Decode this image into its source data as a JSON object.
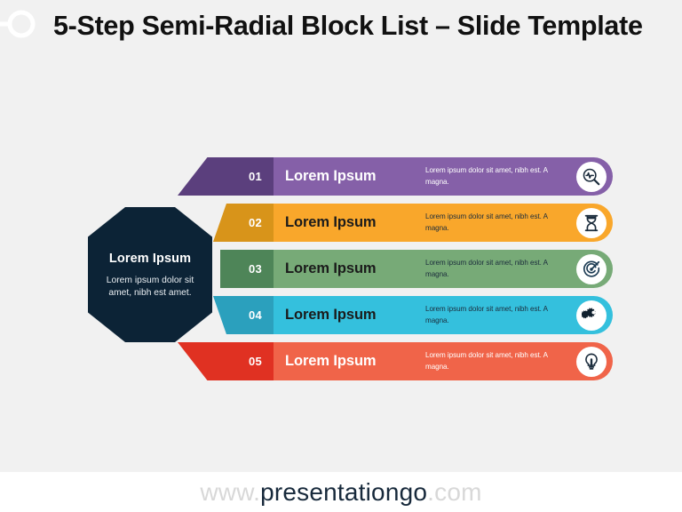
{
  "slide": {
    "background_color": "#f1f1f1",
    "title": "5-Step Semi-Radial Block List – Slide Template",
    "watermark_icon": "presentationgo-logo-icon"
  },
  "hub": {
    "title": "Lorem Ipsum",
    "description": "Lorem ipsum dolor sit amet, nibh est amet.",
    "fill_color": "#0c2336"
  },
  "rows": [
    {
      "number": "01",
      "title": "Lorem Ipsum",
      "description": "Lorem  ipsum dolor sit amet, nibh est. A magna.",
      "icon": "magnifier-pulse-icon",
      "bar_color": "#8560a8",
      "wedge_color": "#5b3f7d",
      "title_color": "#ffffff",
      "desc_color": "#ffffff",
      "icon_color": "#1b2c3c"
    },
    {
      "number": "02",
      "title": "Lorem Ipsum",
      "description": "Lorem  ipsum dolor sit amet, nibh est. A magna.",
      "icon": "hourglass-icon",
      "bar_color": "#f9a72b",
      "wedge_color": "#d8941a",
      "title_color": "#1b1b1b",
      "desc_color": "#1b2c3c",
      "icon_color": "#1b2c3c"
    },
    {
      "number": "03",
      "title": "Lorem Ipsum",
      "description": "Lorem  ipsum dolor sit amet, nibh est. A magna.",
      "icon": "target-icon",
      "bar_color": "#77aa77",
      "wedge_color": "#4e8558",
      "title_color": "#1b1b1b",
      "desc_color": "#1b2c3c",
      "icon_color": "#1b3a52"
    },
    {
      "number": "04",
      "title": "Lorem Ipsum",
      "description": "Lorem  ipsum dolor sit amet, nibh est. A magna.",
      "icon": "gears-icon",
      "bar_color": "#34c0dd",
      "wedge_color": "#2ba0bd",
      "title_color": "#1b1b1b",
      "desc_color": "#1b2c3c",
      "icon_color": "#10202e"
    },
    {
      "number": "05",
      "title": "Lorem Ipsum",
      "description": "Lorem  ipsum dolor sit amet, nibh est. A magna.",
      "icon": "lightbulb-icon",
      "bar_color": "#f06449",
      "wedge_color": "#e03122",
      "title_color": "#ffffff",
      "desc_color": "#ffffff",
      "icon_color": "#1b2c3c"
    }
  ],
  "footer": {
    "url_prefix": "www.",
    "url_main": "presentationgo",
    "url_suffix": ".com"
  }
}
